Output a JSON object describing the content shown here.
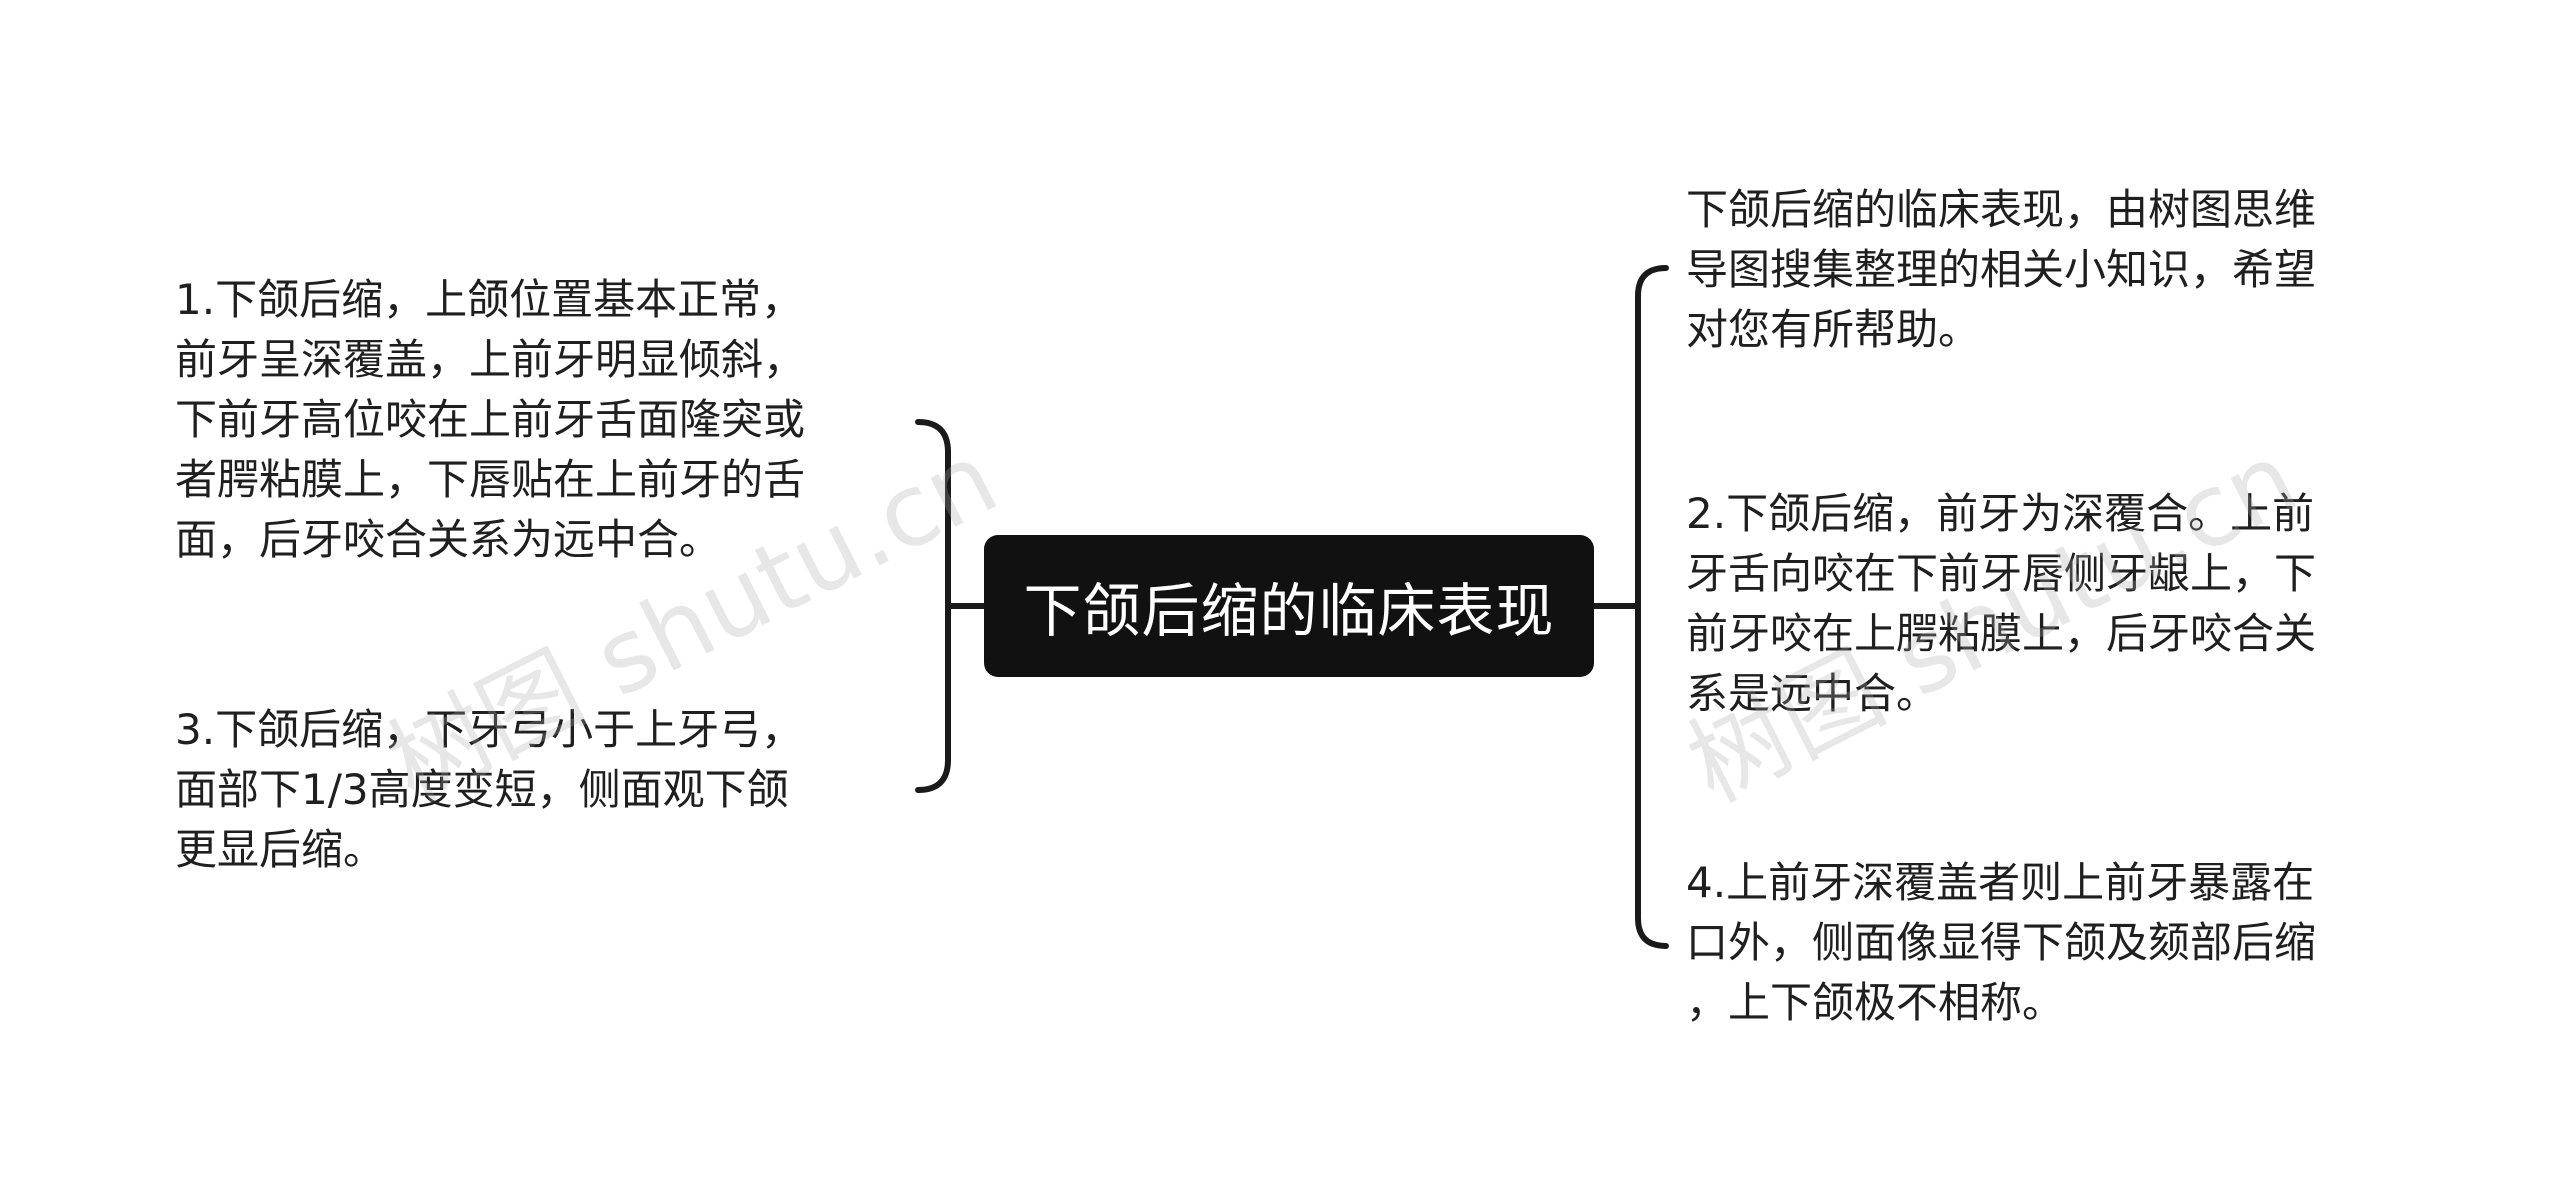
{
  "diagram": {
    "center": "下颌后缩的临床表现",
    "left_nodes": [
      "1.下颌后缩，上颌位置基本正常，\n前牙呈深覆盖，上前牙明显倾斜，\n下前牙高位咬在上前牙舌面隆突或\n者腭粘膜上，下唇贴在上前牙的舌\n面，后牙咬合关系为远中合。",
      "3.下颌后缩，下牙弓小于上牙弓，\n面部下1/3高度变短，侧面观下颌\n更显后缩。"
    ],
    "right_nodes": [
      "下颌后缩的临床表现，由树图思维\n导图搜集整理的相关小知识，希望\n对您有所帮助。",
      "2.下颌后缩，前牙为深覆合。上前\n牙舌向咬在下前牙唇侧牙龈上，下\n前牙咬在上腭粘膜上，后牙咬合关\n系是远中合。",
      "4.上前牙深覆盖者则上前牙暴露在\n口外，侧面像显得下颌及颏部后缩\n，上下颌极不相称。"
    ]
  },
  "watermarks": [
    "树图 shutu.cn",
    "树图 shutu.cn"
  ],
  "colors": {
    "center_bg": "#111111",
    "center_text": "#ffffff",
    "line": "#1a1a1a",
    "text": "#1f1f1f"
  }
}
